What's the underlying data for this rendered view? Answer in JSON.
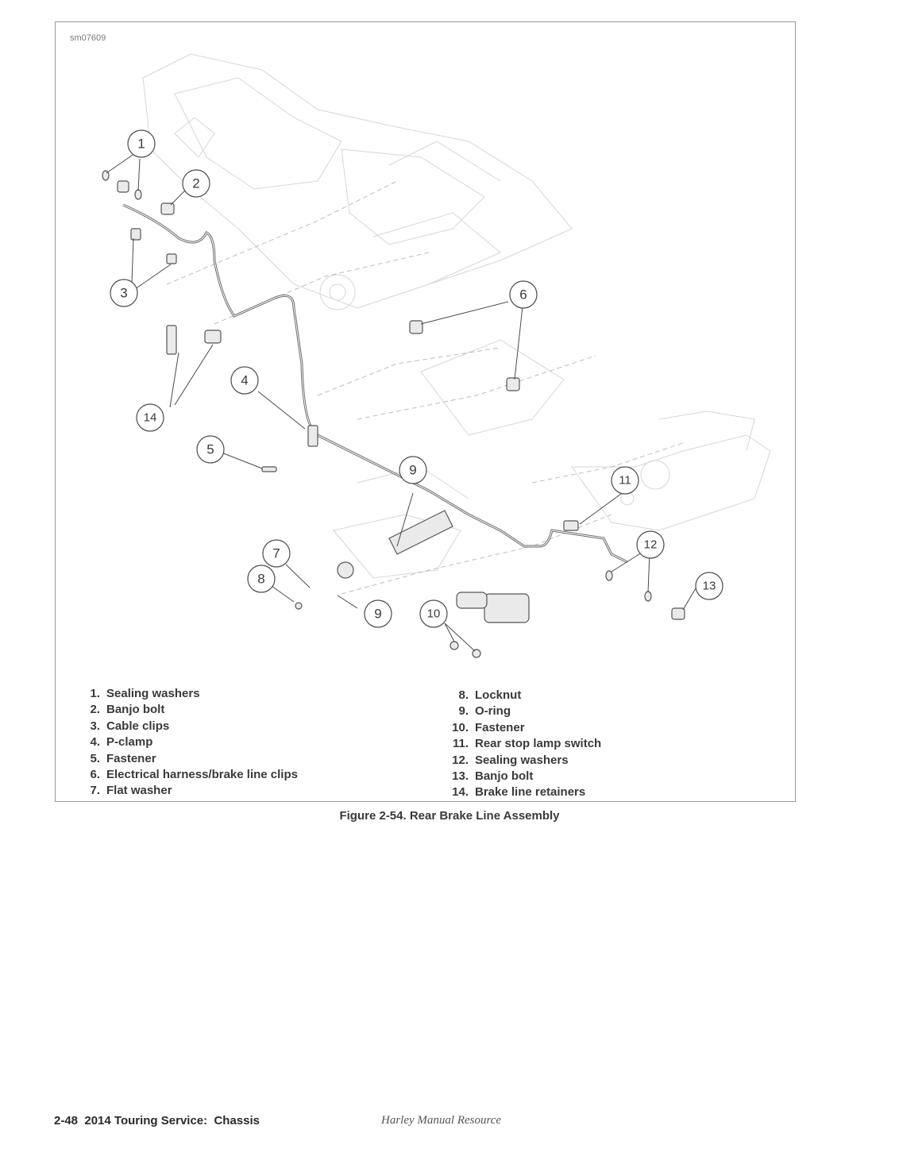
{
  "figure": {
    "id": "sm07609",
    "caption": "Figure 2-54. Rear Brake Line Assembly",
    "callouts": [
      "1",
      "2",
      "3",
      "4",
      "5",
      "6",
      "7",
      "8",
      "9",
      "9",
      "10",
      "11",
      "12",
      "13",
      "14"
    ],
    "legend_left": [
      {
        "num": "1.",
        "text": "Sealing washers"
      },
      {
        "num": "2.",
        "text": "Banjo bolt"
      },
      {
        "num": "3.",
        "text": "Cable clips"
      },
      {
        "num": "4.",
        "text": "P-clamp"
      },
      {
        "num": "5.",
        "text": "Fastener"
      },
      {
        "num": "6.",
        "text": "Electrical harness/brake line clips"
      },
      {
        "num": "7.",
        "text": "Flat washer"
      }
    ],
    "legend_right": [
      {
        "num": "8.",
        "text": "Locknut"
      },
      {
        "num": "9.",
        "text": "O-ring"
      },
      {
        "num": "10.",
        "text": "Fastener"
      },
      {
        "num": "11.",
        "text": "Rear stop lamp switch"
      },
      {
        "num": "12.",
        "text": "Sealing washers"
      },
      {
        "num": "13.",
        "text": "Banjo bolt"
      },
      {
        "num": "14.",
        "text": "Brake line retainers"
      }
    ]
  },
  "footer": {
    "page_ref": "2-48  2014 Touring Service:  Chassis",
    "watermark": "Harley Manual Resource"
  }
}
